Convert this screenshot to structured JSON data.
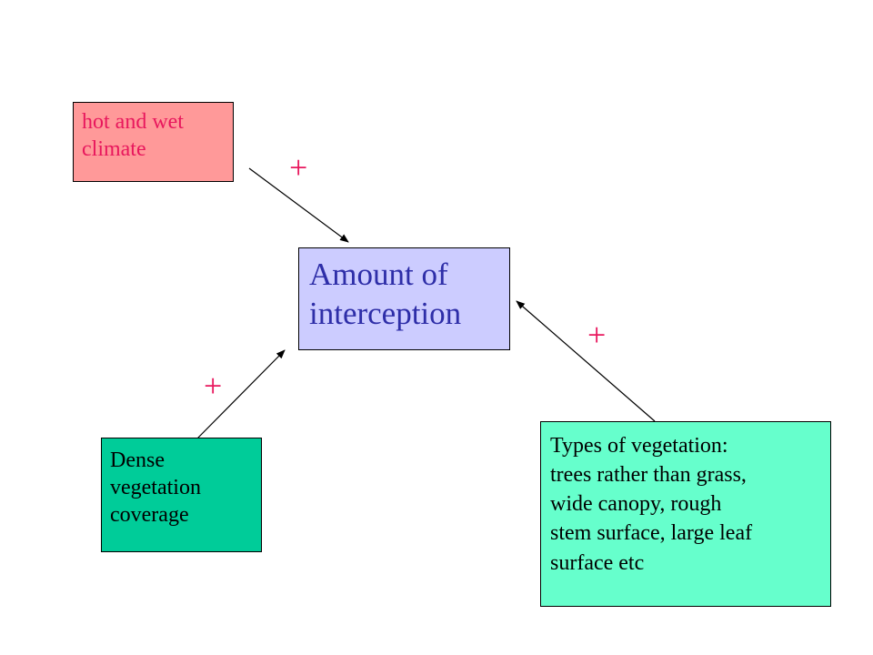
{
  "colors": {
    "climate_box": "#ff9999",
    "amount_box": "#ccccff",
    "dense_box": "#00cc99",
    "types_box": "#66ffcc",
    "plus_sign": "#e8175d",
    "amount_text": "#2e2ea8"
  },
  "nodes": {
    "climate": {
      "lines": [
        "hot and wet",
        "climate"
      ]
    },
    "amount": {
      "lines": [
        "Amount of",
        "interception"
      ]
    },
    "dense": {
      "lines": [
        "Dense",
        "vegetation",
        "coverage"
      ]
    },
    "types": {
      "lines": [
        "Types of vegetation:",
        "trees rather than grass,",
        "wide canopy, rough",
        "stem surface, large leaf",
        "surface etc"
      ]
    }
  },
  "links": [
    {
      "from": "climate",
      "to": "amount",
      "sign": "+"
    },
    {
      "from": "dense",
      "to": "amount",
      "sign": "+"
    },
    {
      "from": "types",
      "to": "amount",
      "sign": "+"
    }
  ]
}
